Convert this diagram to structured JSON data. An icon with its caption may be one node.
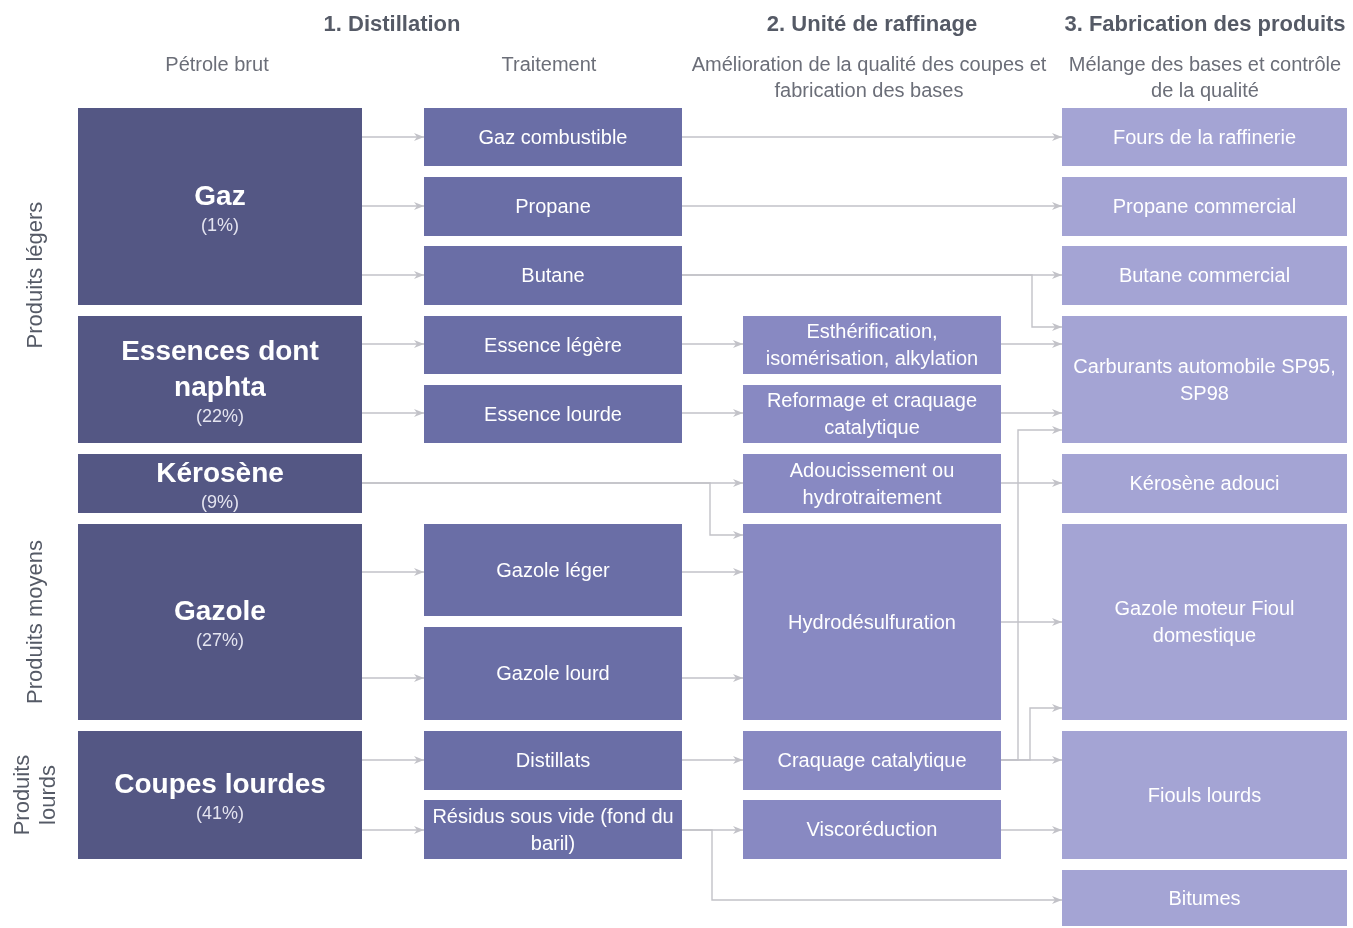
{
  "diagram": {
    "nodes": [
      {
        "text": [
          "Gaz",
          "(1%)"
        ]
      },
      {
        "text": [
          "Essences dont naphta",
          "(22%)"
        ]
      },
      {
        "text": [
          "Kérosène",
          "(9%)"
        ]
      },
      {
        "text": [
          "Gazole",
          "(27%)"
        ]
      },
      {
        "text": [
          "Coupes lourdes",
          "(41%)"
        ]
      },
      {
        "text": [
          "Gaz combustible"
        ]
      },
      {
        "text": [
          "Propane"
        ]
      },
      {
        "text": [
          "Butane"
        ]
      },
      {
        "text": [
          "Essence légère"
        ]
      },
      {
        "text": [
          "Essence lourde"
        ]
      },
      {
        "text": [
          "Gazole léger"
        ]
      },
      {
        "text": [
          "Gazole lourd"
        ]
      },
      {
        "text": [
          "Distillats"
        ]
      },
      {
        "text": [
          "Résidus sous vide (fond du baril)"
        ]
      },
      {
        "text": [
          "Esthérification, isomérisation, alkylation"
        ]
      },
      {
        "text": [
          "Reformage et craquage catalytique"
        ]
      },
      {
        "text": [
          "Adoucissement ou hydrotraitement"
        ]
      },
      {
        "text": [
          "Hydrodésulfuration"
        ]
      },
      {
        "text": [
          "Craquage catalytique"
        ]
      },
      {
        "text": [
          "Viscoréduction"
        ]
      },
      {
        "text": [
          "Fours de la raffinerie"
        ]
      },
      {
        "text": [
          "Propane commercial"
        ]
      },
      {
        "text": [
          "Butane commercial"
        ]
      },
      {
        "text": [
          "Carburants automobile SP95, SP98"
        ]
      },
      {
        "text": [
          "Kérosène adouci"
        ]
      },
      {
        "text": [
          "Gazole moteur Fioul domestique"
        ]
      },
      {
        "text": [
          "Fiouls lourds"
        ]
      },
      {
        "text": [
          "Bitumes"
        ]
      }
    ],
    "edges": [
      {
        "from": 0,
        "to": 5,
        "arrow": "to"
      },
      {
        "from": 0,
        "to": 6,
        "arrow": "to"
      },
      {
        "from": 0,
        "to": 7,
        "arrow": "to"
      },
      {
        "from": 1,
        "to": 8,
        "arrow": "to"
      },
      {
        "from": 1,
        "to": 9,
        "arrow": "to"
      },
      {
        "from": 2,
        "to": 16,
        "arrow": "to"
      },
      {
        "from": 2,
        "to": 17,
        "arrow": "to"
      },
      {
        "from": 3,
        "to": 10,
        "arrow": "to"
      },
      {
        "from": 3,
        "to": 11,
        "arrow": "to"
      },
      {
        "from": 4,
        "to": 12,
        "arrow": "to"
      },
      {
        "from": 4,
        "to": 13,
        "arrow": "to"
      },
      {
        "from": 5,
        "to": 20,
        "arrow": "to"
      },
      {
        "from": 6,
        "to": 21,
        "arrow": "to"
      },
      {
        "from": 7,
        "to": 22,
        "arrow": "to"
      },
      {
        "from": 7,
        "to": 23,
        "arrow": "to"
      },
      {
        "from": 8,
        "to": 14,
        "arrow": "to"
      },
      {
        "from": 9,
        "to": 15,
        "arrow": "to"
      },
      {
        "from": 10,
        "to": 17,
        "arrow": "to"
      },
      {
        "from": 11,
        "to": 17,
        "arrow": "to"
      },
      {
        "from": 12,
        "to": 18,
        "arrow": "to"
      },
      {
        "from": 13,
        "to": 19,
        "arrow": "to"
      },
      {
        "from": 13,
        "to": 27,
        "arrow": "to"
      },
      {
        "from": 14,
        "to": 23,
        "arrow": "to"
      },
      {
        "from": 15,
        "to": 23,
        "arrow": "to"
      },
      {
        "from": 16,
        "to": 24,
        "arrow": "to"
      },
      {
        "from": 17,
        "to": 25,
        "arrow": "to"
      },
      {
        "from": 18,
        "to": 23,
        "arrow": "to"
      },
      {
        "from": 18,
        "to": 25,
        "arrow": "to"
      },
      {
        "from": 18,
        "to": 26,
        "arrow": "to"
      },
      {
        "from": 19,
        "to": 26,
        "arrow": "to"
      }
    ],
    "labels": [
      "1. Distillation",
      "2. Unité de raffinage",
      "3. Fabrication des produits",
      "Pétrole brut",
      "Traitement",
      "Amélioration de la qualité des coupes et fabrication des bases",
      "Mélange des bases et contrôle de la qualité",
      "Produits légers",
      "Produits moyens",
      "Produits lourds"
    ]
  }
}
